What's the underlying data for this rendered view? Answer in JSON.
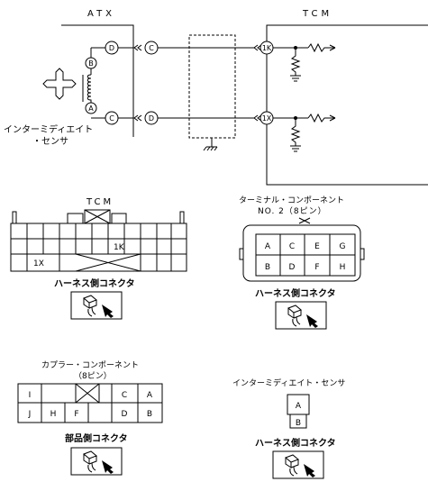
{
  "schematic": {
    "atx_label": "ATX",
    "tcm_label": "TCM",
    "sensor_label_line1": "インターミディエイト",
    "sensor_label_line2": "・センサ",
    "pin_D_top": "D",
    "pin_C_top": "C",
    "pin_B": "B",
    "pin_A": "A",
    "pin_C_bottom": "C",
    "pin_D_bottom": "D",
    "tcm_pin_top": "1K",
    "tcm_pin_bottom": "1X"
  },
  "tcm_connector": {
    "title": "TCM",
    "pin_1k": "1K",
    "pin_1x": "1X",
    "caption": "ハーネス側コネクタ"
  },
  "terminal_component": {
    "title_line1": "ターミナル・コンポーネント",
    "title_line2": "NO. 2（8ピン）",
    "pins_row1": [
      "A",
      "C",
      "E",
      "G"
    ],
    "pins_row2": [
      "B",
      "D",
      "F",
      "H"
    ],
    "caption": "ハーネス側コネクタ"
  },
  "coupler_component": {
    "title_line1": "カプラー・コンポーネント",
    "title_line2": "（8ピン）",
    "pins_row1": [
      "I",
      "",
      "C",
      "A"
    ],
    "pins_row2": [
      "J",
      "H",
      "F",
      "D",
      "B"
    ],
    "caption": "部品側コネクタ"
  },
  "intermediate_sensor": {
    "title": "インターミディエイト・センサ",
    "pin_top": "A",
    "pin_bottom": "B",
    "caption": "ハーネス側コネクタ"
  }
}
